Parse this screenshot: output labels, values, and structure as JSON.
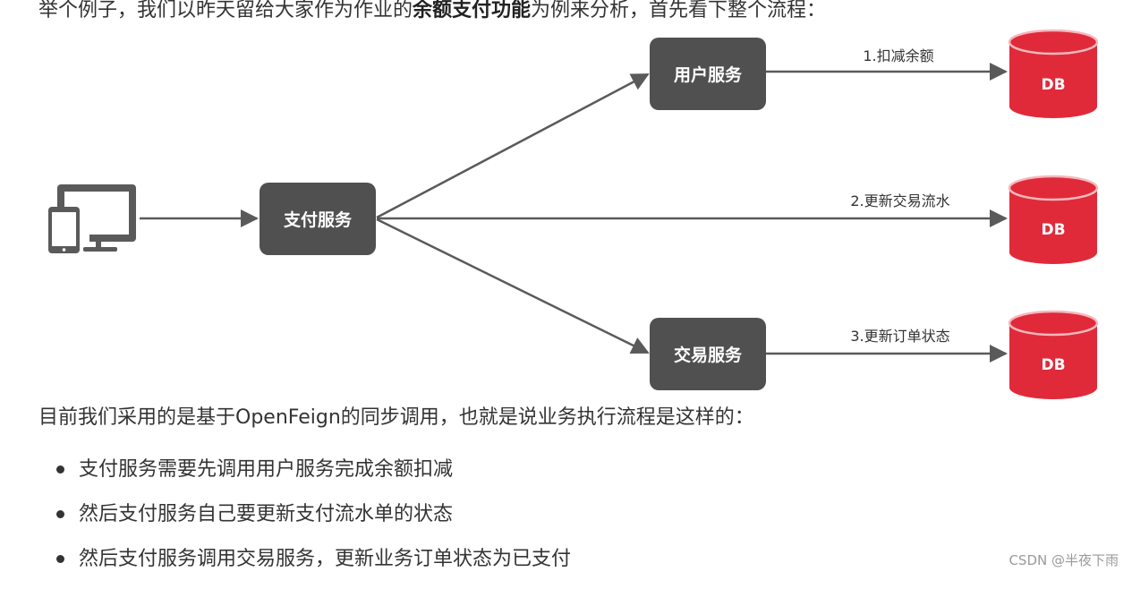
{
  "intro": {
    "before": "举个例子，我们以昨天留给大家作为作业的",
    "bold": "余额支付功能",
    "after": "为例来分析，首先看下整个流程："
  },
  "diagram": {
    "services": {
      "user": "用户服务",
      "pay": "支付服务",
      "trade": "交易服务"
    },
    "db_label": "DB",
    "edges": {
      "deduct": "1.扣减余额",
      "flow": "2.更新交易流水",
      "order": "3.更新订单状态"
    },
    "icons": [
      "devices-icon"
    ],
    "colors": {
      "service_box": "#505050",
      "db": "#e02a3a",
      "arrow": "#5a5a5a"
    }
  },
  "paragraph": "目前我们采用的是基于OpenFeign的同步调用，也就是说业务执行流程是这样的：",
  "bullets": [
    "支付服务需要先调用用户服务完成余额扣减",
    "然后支付服务自己要更新支付流水单的状态",
    "然后支付服务调用交易服务，更新业务订单状态为已支付"
  ],
  "watermark": "CSDN @半夜下雨"
}
